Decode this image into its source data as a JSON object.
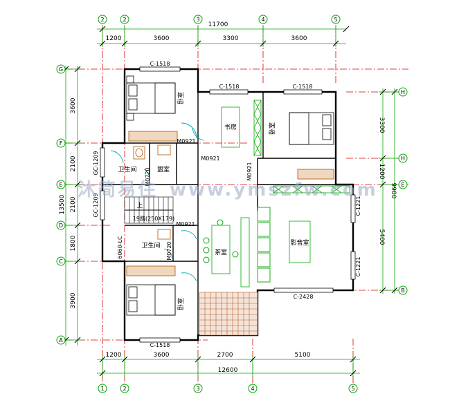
{
  "dims": {
    "top_total": "11700",
    "top_segments": [
      "1200",
      "3600",
      "3300",
      "3600"
    ],
    "bottom_total": "12600",
    "bottom_segments": [
      "1200",
      "3600",
      "2700",
      "5100"
    ],
    "left_total": "13500",
    "left_segments": [
      "3600",
      "2100",
      "2100",
      "1800",
      "3900"
    ],
    "right_total": "9900",
    "right_segments": [
      "3300",
      "1200",
      "5400"
    ]
  },
  "axes": {
    "top": [
      "2",
      "2",
      "3",
      "4",
      "5"
    ],
    "bottom": [
      "1",
      "2",
      "3",
      "4",
      "5"
    ],
    "left": [
      "G",
      "F",
      "E",
      "D",
      "C",
      "A"
    ],
    "right": [
      "H",
      "H",
      "E",
      "B"
    ]
  },
  "rooms": {
    "bedroom_nw": "卧室",
    "bedroom_ne": "卧室",
    "bedroom_sw": "卧室",
    "study": "书房",
    "bathroom_1": "卫生间",
    "bathroom_2": "卫生间",
    "washroom": "盥室",
    "tea_room": "茶室",
    "theater": "影音室",
    "stair_up": "上",
    "stair_note": "19踏(250X179)"
  },
  "codes": {
    "c_top_left": "C-1518",
    "c_study": "C-1518",
    "c_top_right": "C-1518",
    "c_bottom_left": "C-1518",
    "c_theater_bottom": "C-2428",
    "c_right_1": "C-1221",
    "c_right_2": "C-1221",
    "gc_1": "GC-1209",
    "gc_2": "GC-1209",
    "m_1": "M0921",
    "m_2": "M0921",
    "m_3": "M0921",
    "m_4": "M0921",
    "m_5": "M0720",
    "m_6": "M0720",
    "lc": "6060-LC"
  },
  "watermark": "www.ymszfw.com",
  "watermark_site": "沐简易住"
}
